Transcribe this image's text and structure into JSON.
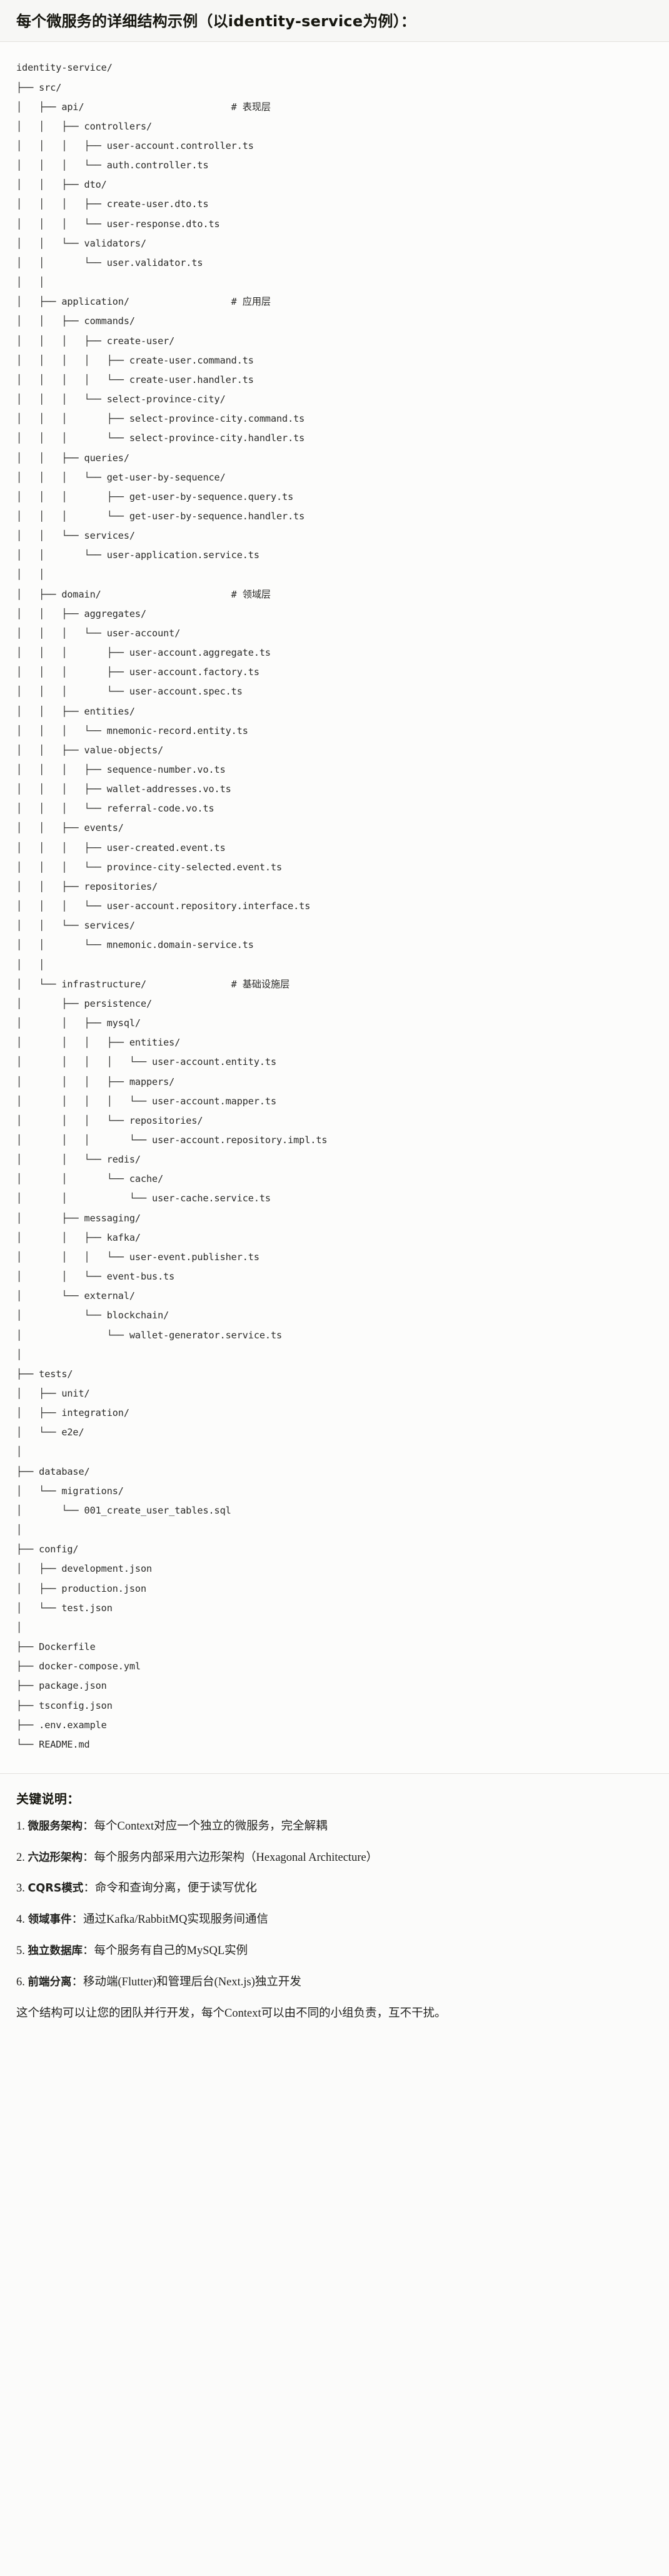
{
  "heading": {
    "title": "每个微服务的详细结构示例（以identity-service为例）："
  },
  "tree": {
    "text": "identity-service/\n├── src/\n│   ├── api/                          # 表现层\n│   │   ├── controllers/\n│   │   │   ├── user-account.controller.ts\n│   │   │   └── auth.controller.ts\n│   │   ├── dto/\n│   │   │   ├── create-user.dto.ts\n│   │   │   └── user-response.dto.ts\n│   │   └── validators/\n│   │       └── user.validator.ts\n│   │\n│   ├── application/                  # 应用层\n│   │   ├── commands/\n│   │   │   ├── create-user/\n│   │   │   │   ├── create-user.command.ts\n│   │   │   │   └── create-user.handler.ts\n│   │   │   └── select-province-city/\n│   │   │       ├── select-province-city.command.ts\n│   │   │       └── select-province-city.handler.ts\n│   │   ├── queries/\n│   │   │   └── get-user-by-sequence/\n│   │   │       ├── get-user-by-sequence.query.ts\n│   │   │       └── get-user-by-sequence.handler.ts\n│   │   └── services/\n│   │       └── user-application.service.ts\n│   │\n│   ├── domain/                       # 领域层\n│   │   ├── aggregates/\n│   │   │   └── user-account/\n│   │   │       ├── user-account.aggregate.ts\n│   │   │       ├── user-account.factory.ts\n│   │   │       └── user-account.spec.ts\n│   │   ├── entities/\n│   │   │   └── mnemonic-record.entity.ts\n│   │   ├── value-objects/\n│   │   │   ├── sequence-number.vo.ts\n│   │   │   ├── wallet-addresses.vo.ts\n│   │   │   └── referral-code.vo.ts\n│   │   ├── events/\n│   │   │   ├── user-created.event.ts\n│   │   │   └── province-city-selected.event.ts\n│   │   ├── repositories/\n│   │   │   └── user-account.repository.interface.ts\n│   │   └── services/\n│   │       └── mnemonic.domain-service.ts\n│   │\n│   └── infrastructure/               # 基础设施层\n│       ├── persistence/\n│       │   ├── mysql/\n│       │   │   ├── entities/\n│       │   │   │   └── user-account.entity.ts\n│       │   │   ├── mappers/\n│       │   │   │   └── user-account.mapper.ts\n│       │   │   └── repositories/\n│       │   │       └── user-account.repository.impl.ts\n│       │   └── redis/\n│       │       └── cache/\n│       │           └── user-cache.service.ts\n│       ├── messaging/\n│       │   ├── kafka/\n│       │   │   └── user-event.publisher.ts\n│       │   └── event-bus.ts\n│       └── external/\n│           └── blockchain/\n│               └── wallet-generator.service.ts\n│\n├── tests/\n│   ├── unit/\n│   ├── integration/\n│   └── e2e/\n│\n├── database/\n│   └── migrations/\n│       └── 001_create_user_tables.sql\n│\n├── config/\n│   ├── development.json\n│   ├── production.json\n│   └── test.json\n│\n├── Dockerfile\n├── docker-compose.yml\n├── package.json\n├── tsconfig.json\n├── .env.example\n└── README.md"
  },
  "notes": {
    "title": "关键说明：",
    "items": [
      {
        "bold": "微服务架构",
        "text": "：每个Context对应一个独立的微服务，完全解耦"
      },
      {
        "bold": "六边形架构",
        "text": "：每个服务内部采用六边形架构（Hexagonal Architecture）"
      },
      {
        "bold": "CQRS模式",
        "text": "：命令和查询分离，便于读写优化"
      },
      {
        "bold": "领域事件",
        "text": "：通过Kafka/RabbitMQ实现服务间通信"
      },
      {
        "bold": "独立数据库",
        "text": "：每个服务有自己的MySQL实例"
      },
      {
        "bold": "前端分离",
        "text": "：移动端(Flutter)和管理后台(Next.js)独立开发"
      }
    ],
    "closing": "这个结构可以让您的团队并行开发，每个Context可以由不同的小组负责，互不干扰。"
  }
}
